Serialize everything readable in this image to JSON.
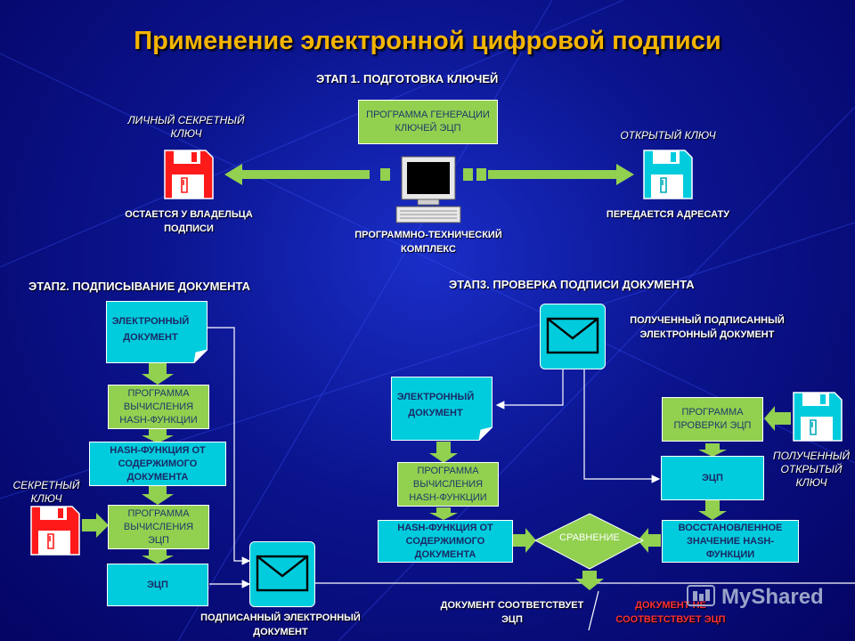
{
  "title": "Применение электронной цифровой подписи",
  "stage1": {
    "heading": "ЭТАП 1. ПОДГОТОВКА КЛЮЧЕЙ",
    "generator_program": "ПРОГРАММА ГЕНЕРАЦИИ КЛЮЧЕЙ ЭЦП",
    "private_key_label": "ЛИЧНЫЙ СЕКРЕТНЫЙ КЛЮЧ",
    "private_key_note": "ОСТАЕТСЯ У ВЛАДЕЛЬЦА ПОДПИСИ",
    "public_key_label": "ОТКРЫТЫЙ КЛЮЧ",
    "public_key_note": "ПЕРЕДАЕТСЯ АДРЕСАТУ",
    "computer_label": "ПРОГРАММНО-ТЕХНИЧЕСКИЙ КОМПЛЕКС"
  },
  "stage2": {
    "heading": "ЭТАП2. ПОДПИСЫВАНИЕ ДОКУМЕНТА",
    "document": "ЭЛЕКТРОННЫЙ ДОКУМЕНТ",
    "hash_program": "ПРОГРАММА ВЫЧИСЛЕНИЯ HASH-ФУНКЦИИ",
    "hash_value": "HASH-ФУНКЦИЯ ОТ СОДЕРЖИМОГО ДОКУМЕНТА",
    "secret_key": "СЕКРЕТНЫЙ КЛЮЧ",
    "sign_program": "ПРОГРАММА ВЫЧИСЛЕНИЯ ЭЦП",
    "signature": "ЭЦП",
    "signed_doc": "ПОДПИСАННЫЙ ЭЛЕКТРОННЫЙ ДОКУМЕНТ"
  },
  "stage3": {
    "heading": "ЭТАП3. ПРОВЕРКА ПОДПИСИ ДОКУМЕНТА",
    "received_doc": "ПОЛУЧЕННЫЙ ПОДПИСАННЫЙ ЭЛЕКТРОННЫЙ ДОКУМЕНТ",
    "document": "ЭЛЕКТРОННЫЙ ДОКУМЕНТ",
    "hash_program": "ПРОГРАММА ВЫЧИСЛЕНИЯ HASH-ФУНКЦИИ",
    "hash_value": "HASH-ФУНКЦИЯ ОТ СОДЕРЖИМОГО ДОКУМЕНТА",
    "compare": "СРАВНЕНИЕ",
    "check_program": "ПРОГРАММА ПРОВЕРКИ ЭЦП",
    "received_key": "ПОЛУЧЕННЫЙ ОТКРЫТЫЙ КЛЮЧ",
    "signature": "ЭЦП",
    "restored_hash": "ВОССТАНОВЛЕННОЕ ЗНАЧЕНИЕ HASH-ФУНКЦИИ",
    "result_ok": "ДОКУМЕНТ СООТВЕТСТВУЕТ ЭЦП",
    "result_fail": "ДОКУМЕНТ НЕ СООТВЕТСТВУЕТ ЭЦП"
  },
  "watermark": "MyShared",
  "colors": {
    "title": "#f4b400",
    "green_box": "#92d050",
    "cyan_box": "#00ccdd",
    "secret_key": "#ff2020",
    "public_key": "#00ccdd",
    "fail_text": "#ff3030"
  }
}
